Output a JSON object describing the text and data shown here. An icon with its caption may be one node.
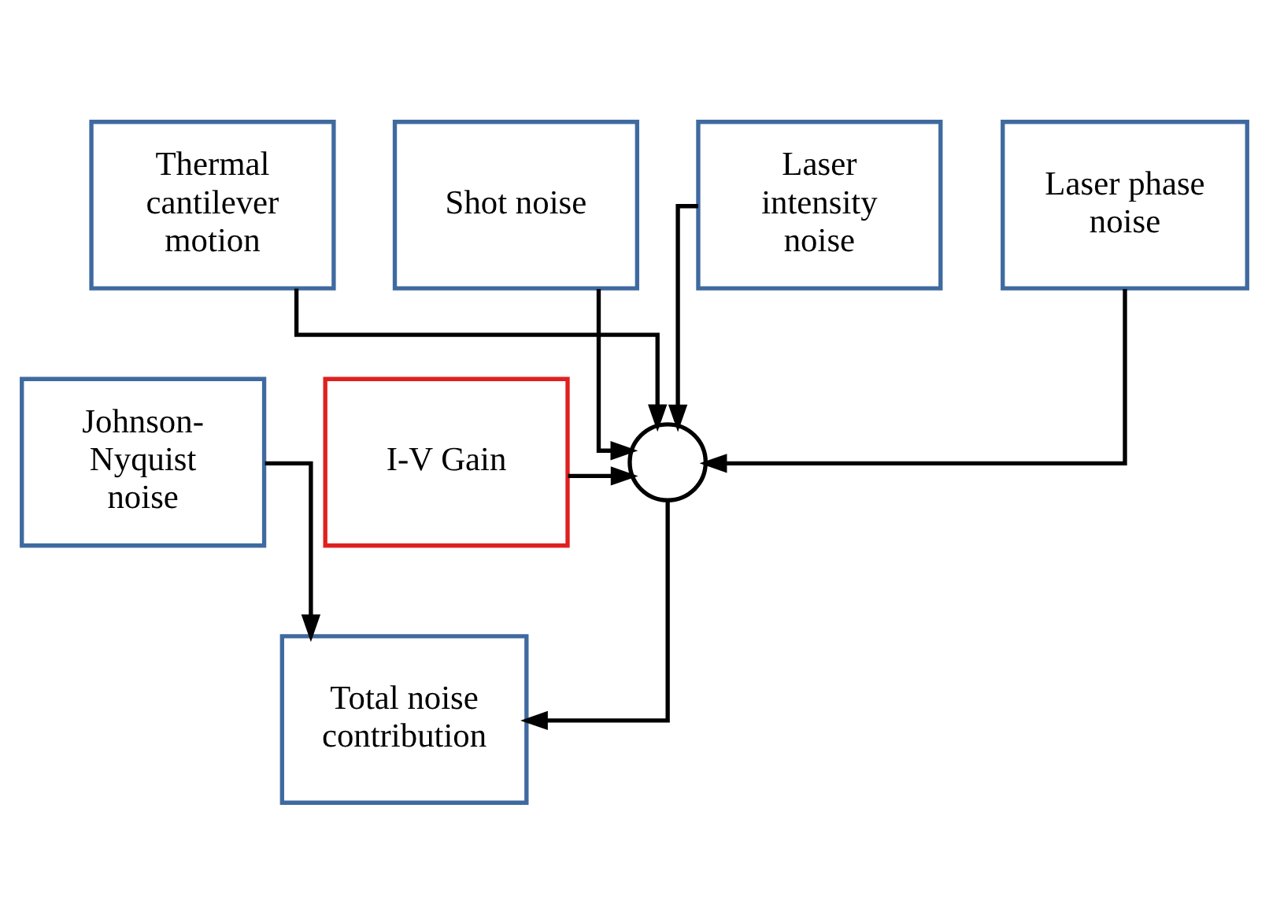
{
  "diagram": {
    "nodes": [
      {
        "text": [
          "Thermal cantilever motion"
        ]
      },
      {
        "text": [
          "Shot noise"
        ]
      },
      {
        "text": [
          "Laser intensity noise"
        ]
      },
      {
        "text": [
          "Laser phase noise"
        ]
      },
      {
        "text": [
          "I-V Gain"
        ]
      },
      {
        "text": [],
        "shape": "circle"
      },
      {
        "text": [
          "Johnson-Nyquist noise"
        ]
      },
      {
        "text": [
          "Total noise contribution"
        ]
      }
    ],
    "edges": [
      {
        "from": 0,
        "to": 5,
        "arrow": "to"
      },
      {
        "from": 1,
        "to": 5,
        "arrow": "to"
      },
      {
        "from": 2,
        "to": 5,
        "arrow": "to"
      },
      {
        "from": 3,
        "to": 5,
        "arrow": "to"
      },
      {
        "from": 4,
        "to": 5,
        "arrow": "to"
      },
      {
        "from": 5,
        "to": 7,
        "arrow": "to"
      },
      {
        "from": 6,
        "to": 7,
        "arrow": "to"
      }
    ]
  }
}
